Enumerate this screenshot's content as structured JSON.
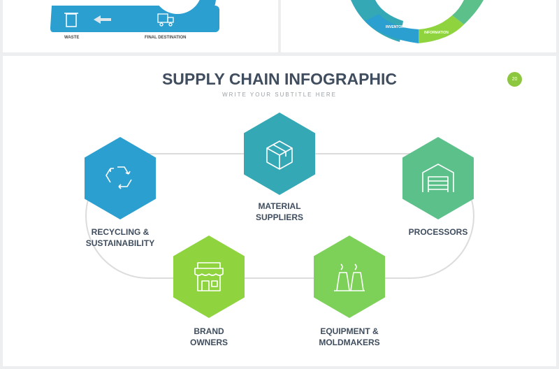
{
  "top_left": {
    "labels": [
      "WASTE",
      "FINAL DESTINATION"
    ]
  },
  "top_right": {
    "labels": [
      "INVENTORY",
      "INFORMATION"
    ]
  },
  "slide": {
    "title": "SUPPLY CHAIN INFOGRAPHIC",
    "subtitle": "WRITE YOUR SUBTITLE HERE",
    "page_number": "20"
  },
  "nodes": [
    {
      "line1": "RECYCLING &",
      "line2": "SUSTAINABILITY",
      "icon": "recycle-icon",
      "color": "#2a9fd0"
    },
    {
      "line1": "MATERIAL",
      "line2": "SUPPLIERS",
      "icon": "box-icon",
      "color": "#35a8b5"
    },
    {
      "line1": "PROCESSORS",
      "line2": "",
      "icon": "warehouse-icon",
      "color": "#5cc08a"
    },
    {
      "line1": "BRAND",
      "line2": "OWNERS",
      "icon": "store-icon",
      "color": "#8fd43f"
    },
    {
      "line1": "EQUIPMENT &",
      "line2": "MOLDMAKERS",
      "icon": "factory-icon",
      "color": "#7dd159"
    }
  ]
}
